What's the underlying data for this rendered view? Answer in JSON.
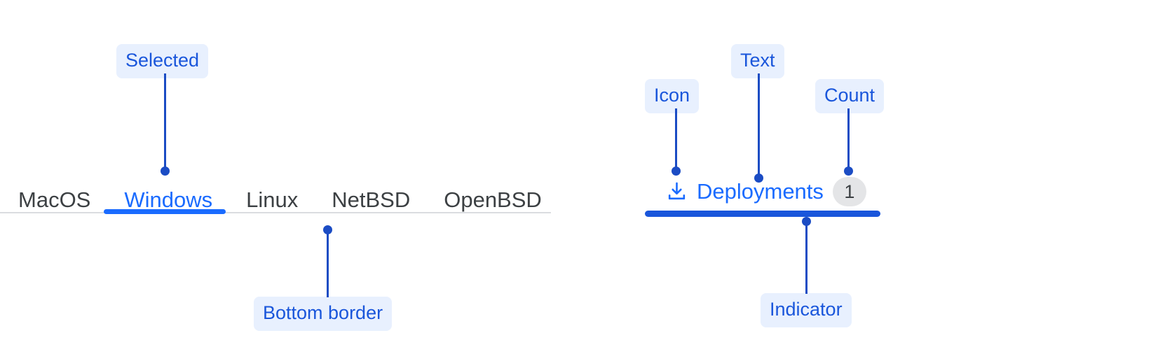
{
  "left_group": {
    "name": "os-tabs",
    "tabs": [
      {
        "label": "MacOS",
        "selected": false
      },
      {
        "label": "Windows",
        "selected": true
      },
      {
        "label": "Linux",
        "selected": false
      },
      {
        "label": "NetBSD",
        "selected": false
      },
      {
        "label": "OpenBSD",
        "selected": false
      }
    ],
    "annotations": {
      "selected": "Selected",
      "bottom_border": "Bottom border"
    }
  },
  "right_group": {
    "name": "deployments-tab",
    "tab": {
      "icon": "download-icon",
      "label": "Deployments",
      "count": "1",
      "selected": true
    },
    "annotations": {
      "icon": "Icon",
      "text": "Text",
      "count": "Count",
      "indicator": "Indicator"
    }
  },
  "colors": {
    "accent_blue": "#1a6bff",
    "annotation_blue": "#1a56db",
    "annotation_line": "#1b4cc4",
    "chip_background": "#e8f0fe",
    "tab_text": "#3c4043",
    "rule": "#dadce0",
    "badge_background": "#e4e5e7"
  }
}
